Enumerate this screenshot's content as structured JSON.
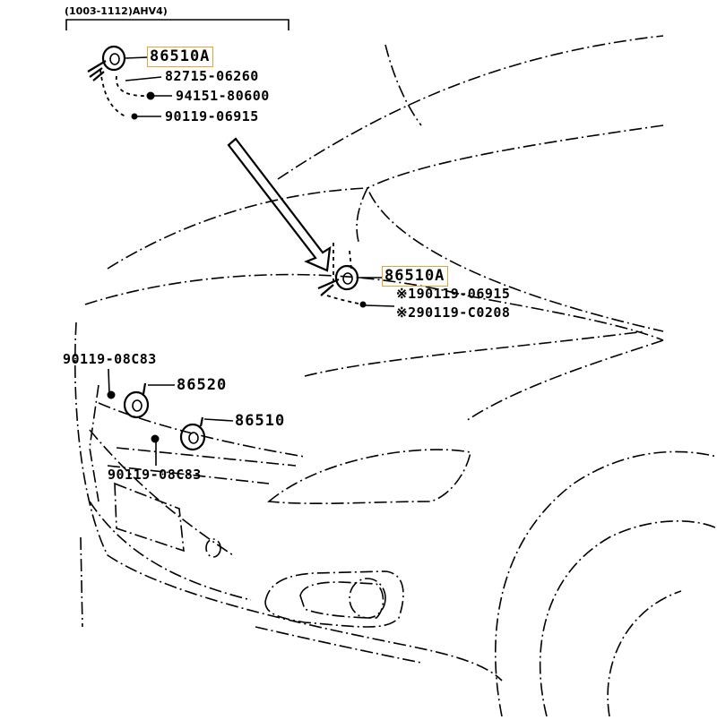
{
  "diagram": {
    "title_code": "(1003-1112)AHV4)",
    "highlight_color": "#e8a23a",
    "labels": {
      "top_horn": "86510A",
      "top_clip": "82715-06260",
      "top_nut": "94151-80600",
      "top_bolt": "90119-06915",
      "mid_horn": "86510A",
      "mid_bolt_1": "※190119-06915",
      "mid_bolt_2": "※290119-C0208",
      "left_bolt_top": "90119-08C83",
      "horn_high": "86520",
      "horn_low": "86510",
      "left_bolt_bottom": "90119-08C83"
    }
  }
}
